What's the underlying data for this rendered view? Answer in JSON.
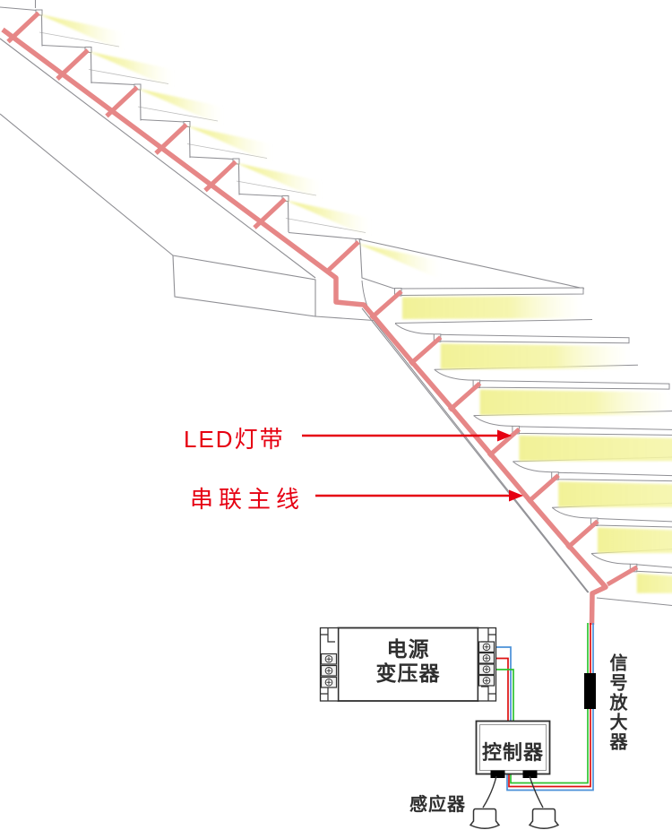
{
  "diagram": {
    "labels": {
      "led_strip": "LED灯带",
      "series_main_line": "串联主线",
      "transformer_line1": "电源",
      "transformer_line2": "变压器",
      "controller": "控制器",
      "signal_amplifier": "信号放大器",
      "sensor": "感应器"
    },
    "colors": {
      "led-strip-pink": "#e68787",
      "label-red": "#e60012",
      "glow-yellow": "#f2f295",
      "wire-blue": "#4a90d8",
      "wire-red": "#dd1111",
      "wire-green": "#2fc22f",
      "outline-gray": "#8f8f94",
      "soffit-gray": "#bdbdbd",
      "component-dark": "#2f2f2f",
      "amplifier-black": "#000000"
    }
  }
}
